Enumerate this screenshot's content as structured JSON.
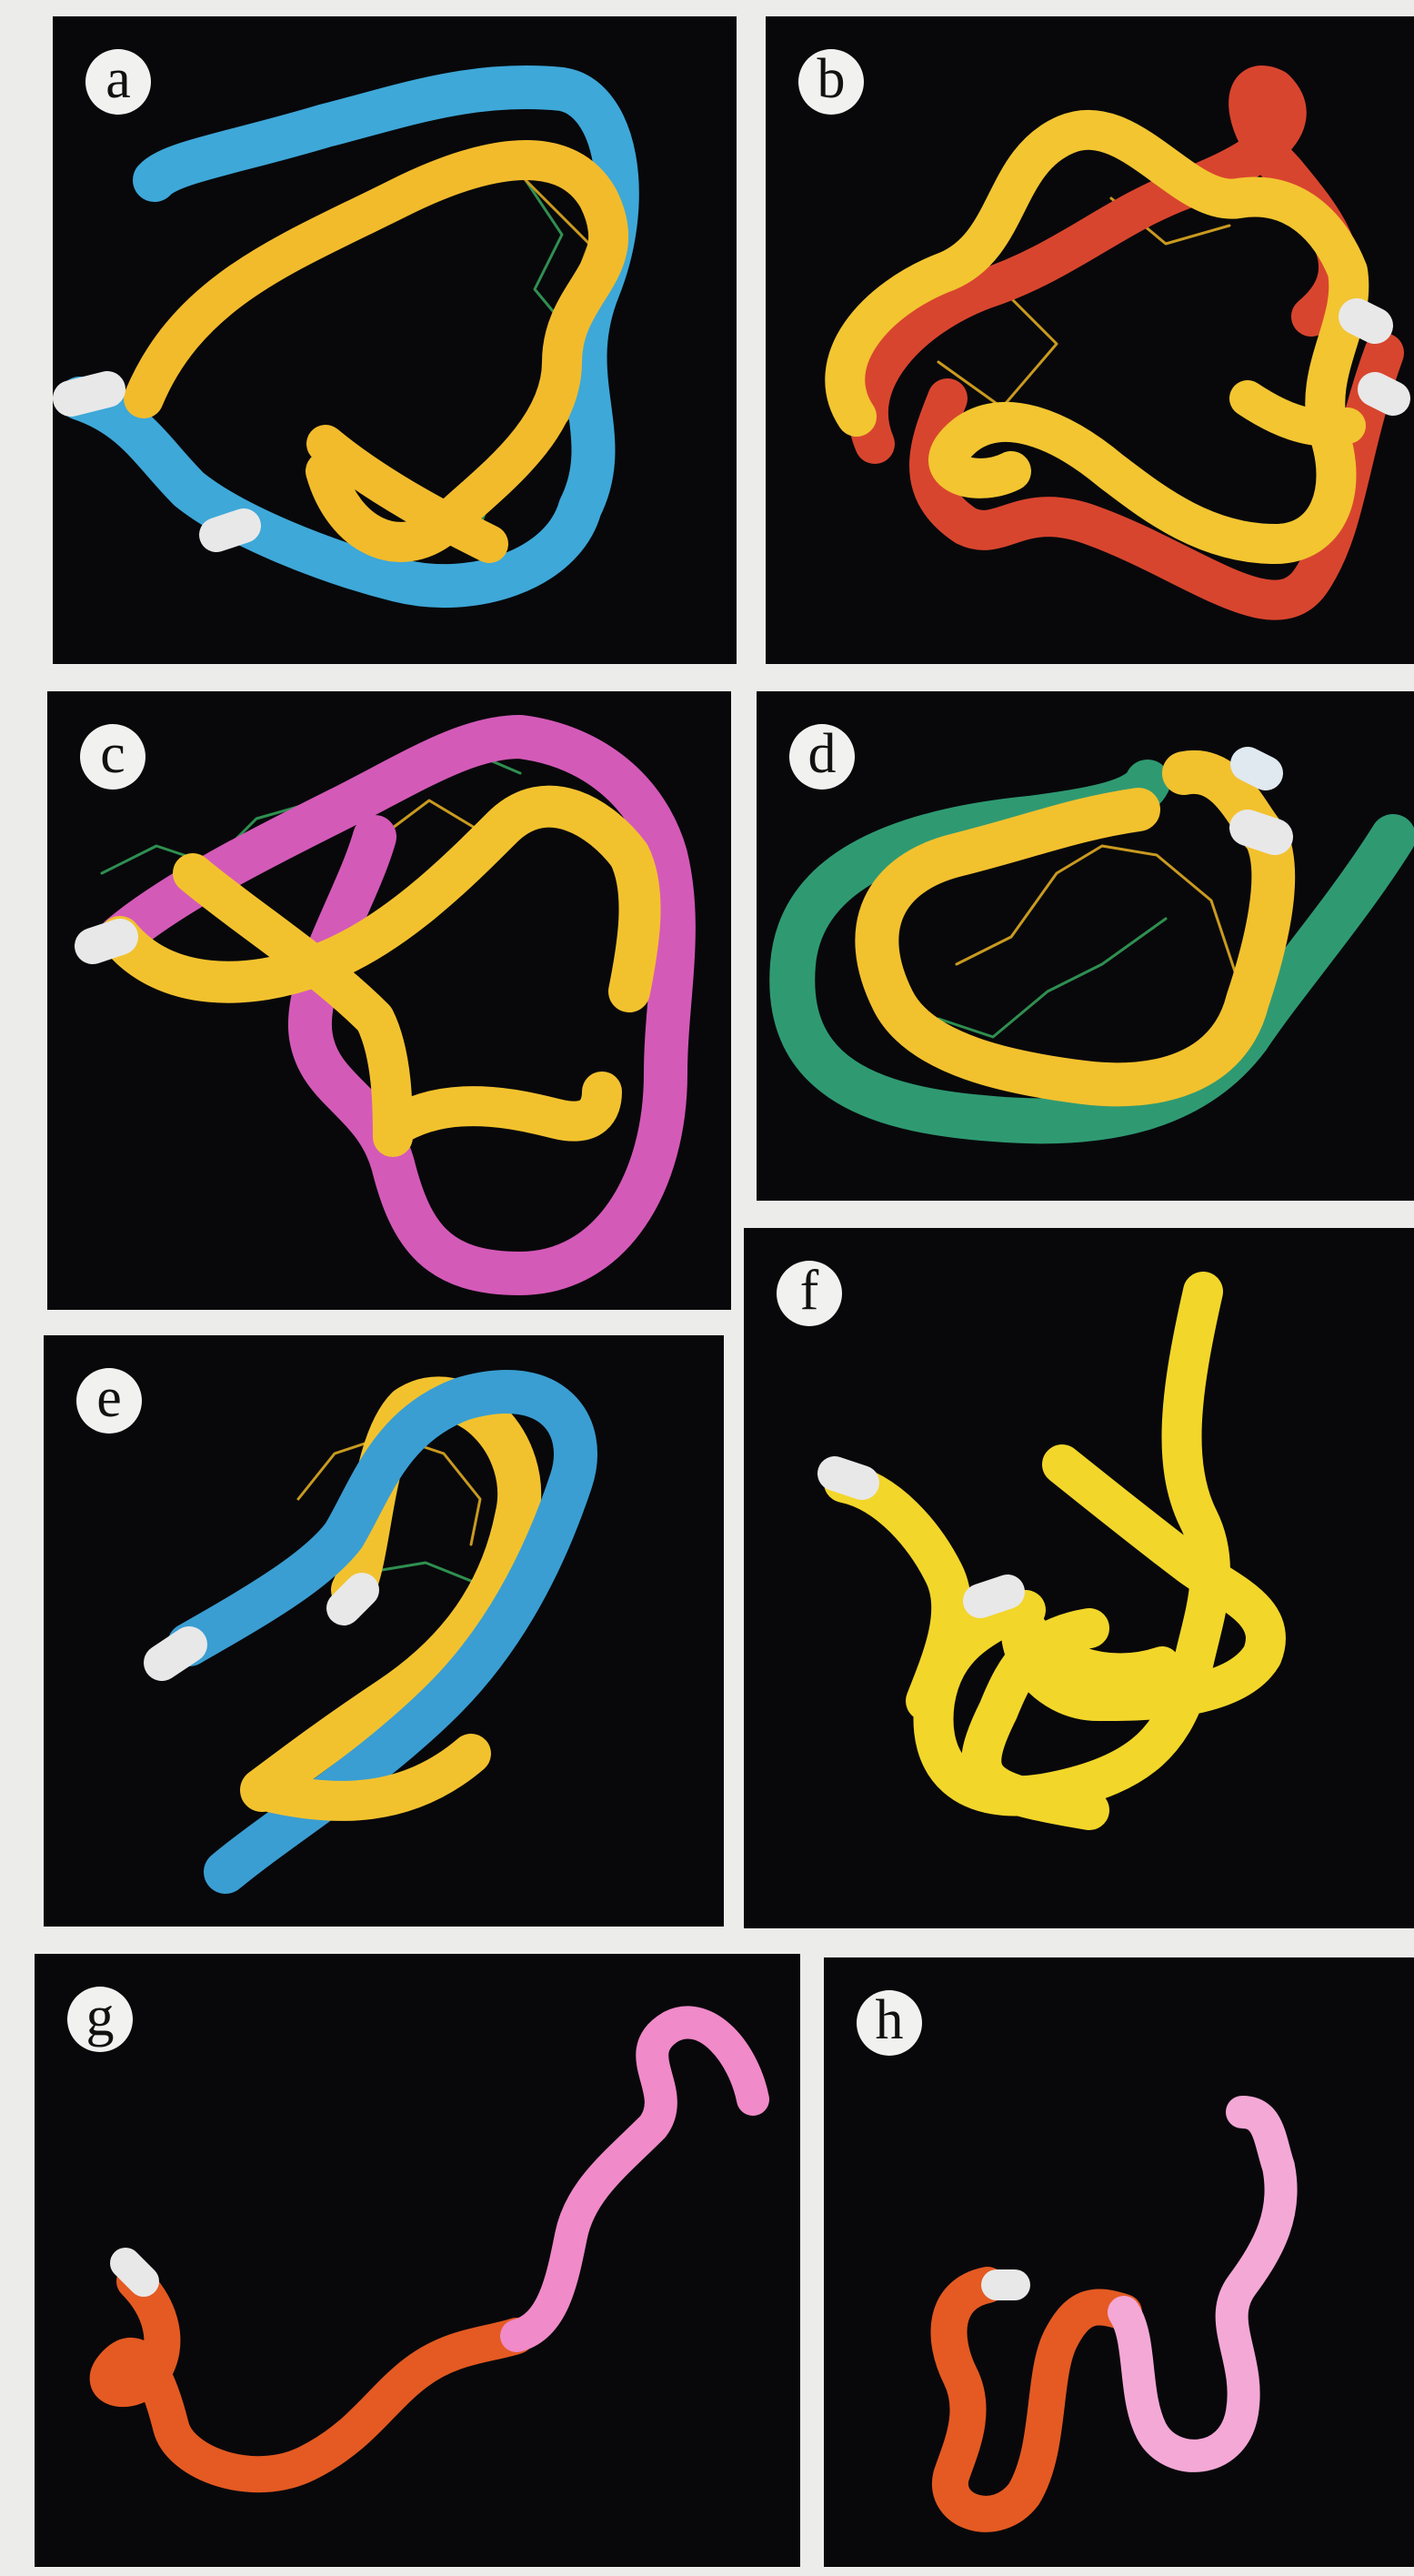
{
  "figure": {
    "panels": [
      {
        "label": "a",
        "tube_colors": [
          "#3ea8d8",
          "#f2bb2c"
        ],
        "cap_color": "#e8e8e8"
      },
      {
        "label": "b",
        "tube_colors": [
          "#d8452e",
          "#f2c531"
        ],
        "cap_color": "#e8e8e8"
      },
      {
        "label": "c",
        "tube_colors": [
          "#d45ab8",
          "#f2c22e"
        ],
        "cap_color": "#e8e8e8"
      },
      {
        "label": "d",
        "tube_colors": [
          "#2f9a72",
          "#f2c12e"
        ],
        "cap_color": "#e0e8f0"
      },
      {
        "label": "e",
        "tube_colors": [
          "#3a9ed2",
          "#f2c22e"
        ],
        "cap_color": "#e8e8e8"
      },
      {
        "label": "f",
        "tube_colors": [
          "#f2d62a"
        ],
        "cap_color": "#e8e8e8"
      },
      {
        "label": "g",
        "tube_colors": [
          "#e45a22",
          "#f08ac8"
        ],
        "cap_color": "#e8e8e8"
      },
      {
        "label": "h",
        "tube_colors": [
          "#e45a22",
          "#f4a8d6"
        ],
        "cap_color": "#e8e8e8"
      }
    ]
  }
}
